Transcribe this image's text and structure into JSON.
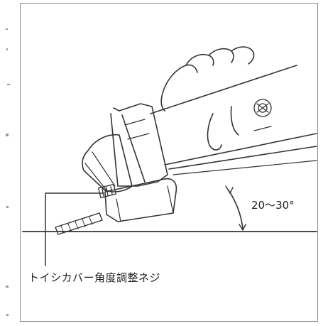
{
  "illustration": {
    "angle_label": "20〜30°",
    "callout_label": "トイシカバー角度調整ネジ",
    "icon": "angle-grinder-illustration"
  },
  "colors": {
    "line": "#333333",
    "frame": "#8c8c8c",
    "background": "#ffffff"
  }
}
